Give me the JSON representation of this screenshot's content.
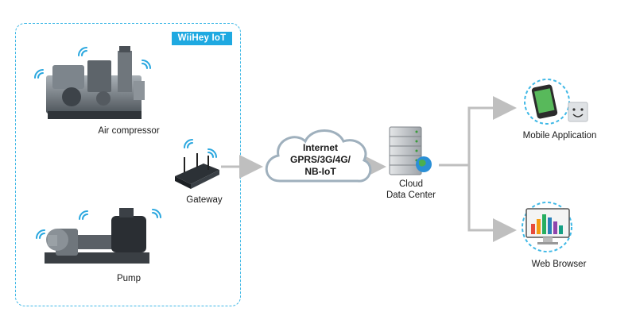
{
  "badge": "WiiHey IoT",
  "devices": {
    "compressor": "Air compressor",
    "pump": "Pump",
    "gateway": "Gateway"
  },
  "network": {
    "line1": "Internet",
    "line2": "GPRS/3G/4G/",
    "line3": "NB-IoT"
  },
  "cloud": {
    "line1": "Cloud",
    "line2": "Data Center"
  },
  "clients": {
    "mobile": "Mobile Application",
    "web": "Web Browser"
  },
  "colors": {
    "accent": "#1fa9e1",
    "dashed_border": "#3fb8e6",
    "arrow": "#bfbfbf",
    "cloud_stroke": "#9fb0bd",
    "wifi": "#2aa7df"
  }
}
